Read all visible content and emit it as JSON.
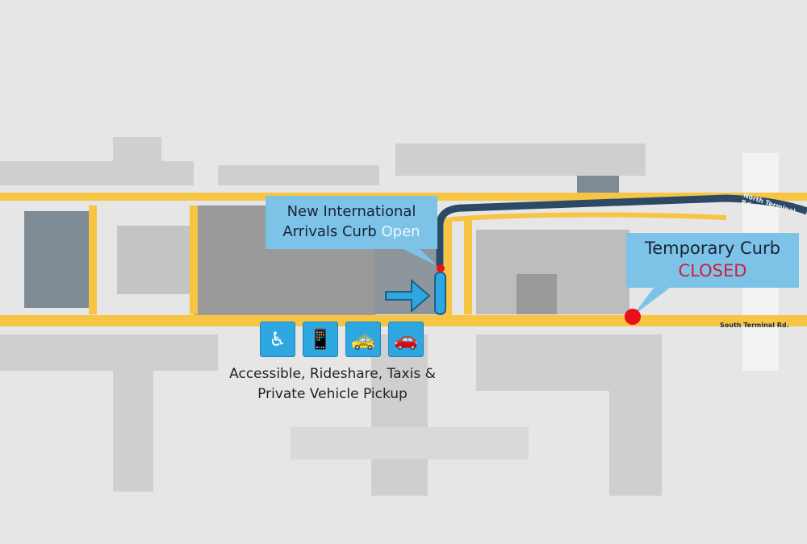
{
  "callouts": {
    "international": {
      "line1": "New International",
      "line2": "Arrivals Curb",
      "status": "Open"
    },
    "temporary": {
      "line1": "Temporary Curb",
      "status": "CLOSED"
    }
  },
  "pickup_icons": [
    {
      "name": "wheelchair-icon",
      "glyph": "♿"
    },
    {
      "name": "rideshare-phone-icon",
      "glyph": "📱"
    },
    {
      "name": "taxi-icon",
      "glyph": "🚕"
    },
    {
      "name": "car-icon",
      "glyph": "🚗"
    }
  ],
  "pickup_caption": {
    "line1": "Accessible, Rideshare, Taxis &",
    "line2": "Private Vehicle Pickup"
  },
  "roads": {
    "north": "North Terminal Rd.",
    "south": "South Terminal Rd."
  },
  "colors": {
    "road": "#f7c444",
    "route": "#2c4a66",
    "callout": "#7dc3e8",
    "closed": "#d0203a",
    "marker": "#e8101a",
    "arrow": "#2ea7e0"
  }
}
